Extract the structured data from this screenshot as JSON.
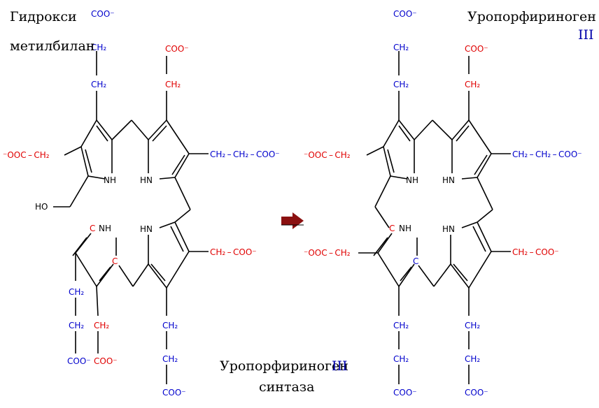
{
  "title_left_1": "Гидрокси",
  "title_left_2": "метилбилан",
  "title_right_1": "Уропорфириноген",
  "title_right_2": "III",
  "enzyme_1": "Уропорфириноген",
  "enzyme_roman": "III",
  "enzyme_2": "синтаза",
  "coo": "COO",
  "coo_minus": "COO⁻",
  "minus_ooc_ch2": "⁻OOC – CH₂",
  "ch2": "CH₂",
  "ch2_ch2_coo": "CH₂ – CH₂ – COO⁻",
  "ch2_coo": "CH₂ – COO⁻",
  "nh": "NH",
  "hn": "HN",
  "c": "C",
  "c_nh": "C – NH",
  "ho": "HO",
  "coo_coo": "COO⁻COO⁻",
  "colors": {
    "acetate": "#e00000",
    "propionate": "#0000cc",
    "arrow": "#8b1010"
  }
}
